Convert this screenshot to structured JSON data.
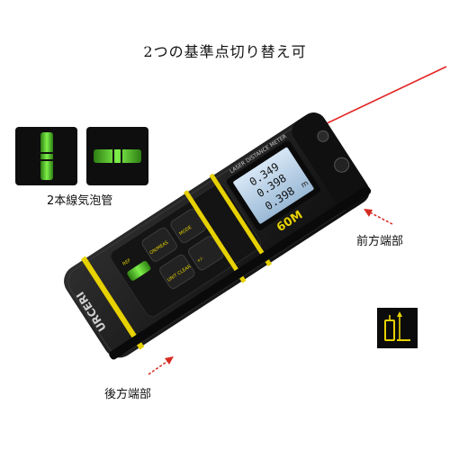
{
  "title": "2つの基準点切り替え可",
  "labels": {
    "levels": "2本線気泡管",
    "front_end": "前方端部",
    "rear_end": "後方端部"
  },
  "device": {
    "brand": "URCERI",
    "model": "60M",
    "screen_header": "LASER DISTANCE METER",
    "readings": [
      "0.349",
      "0.398",
      "0.398"
    ],
    "unit": "m",
    "keys": [
      "ON/MEAS",
      "MODE",
      "UNIT CLEAR",
      "+/-",
      "REF"
    ]
  },
  "colors": {
    "body": "#1b1b1b",
    "accent": "#e7d100",
    "laser": "#e32626",
    "bubble": "#59d22a",
    "arrow": "#d62a20"
  },
  "icons": [
    "level-vial-vertical-icon",
    "level-vial-horizontal-icon",
    "reference-point-icon"
  ]
}
